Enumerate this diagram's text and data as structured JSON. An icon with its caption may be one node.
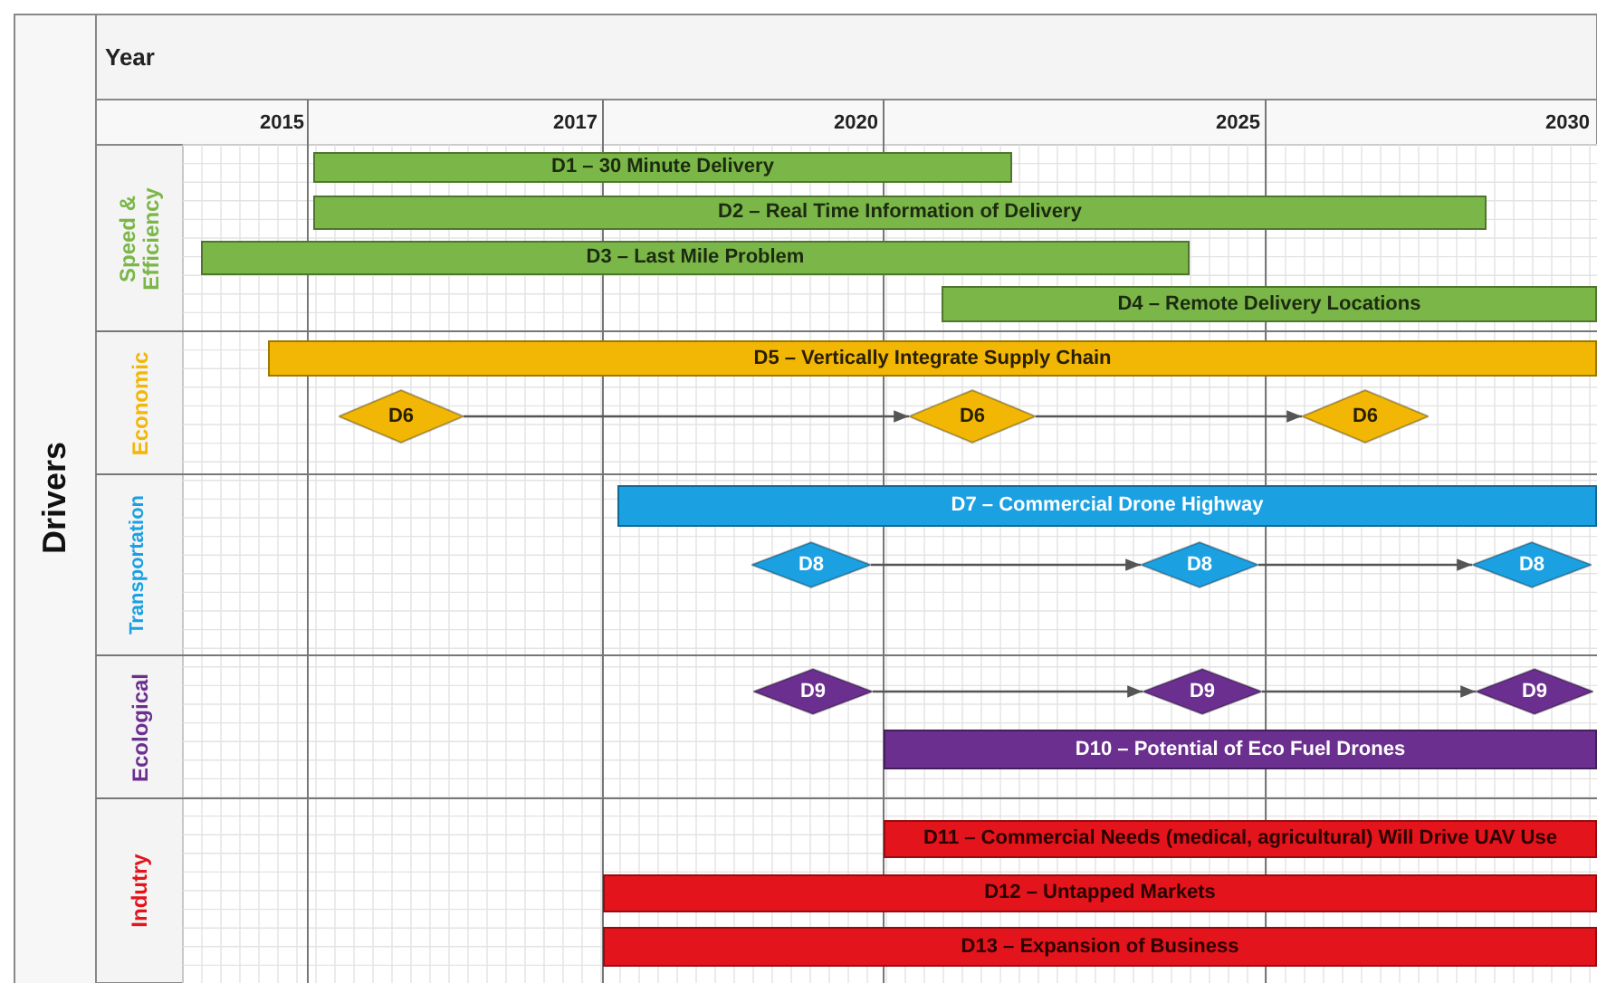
{
  "diagram": {
    "nodes": [
      {
        "text": [
          "D1 – 30 Minute Delivery"
        ]
      },
      {
        "text": [
          "D2 – Real Time Information of Delivery"
        ]
      },
      {
        "text": [
          "D3 – Last Mile Problem"
        ]
      },
      {
        "text": [
          "D4 – Remote Delivery Locations"
        ]
      },
      {
        "text": [
          "D5 – Vertically Integrate Supply Chain"
        ]
      },
      {
        "text": [
          "D6"
        ]
      },
      {
        "text": [
          "D6"
        ]
      },
      {
        "text": [
          "D6"
        ]
      },
      {
        "text": [
          "D7 – Commercial Drone Highway"
        ]
      },
      {
        "text": [
          "D8"
        ]
      },
      {
        "text": [
          "D8"
        ]
      },
      {
        "text": [
          "D8"
        ]
      },
      {
        "text": [
          "D9"
        ]
      },
      {
        "text": [
          "D9"
        ]
      },
      {
        "text": [
          "D9"
        ]
      },
      {
        "text": [
          "D10 – Potential of Eco Fuel Drones"
        ]
      },
      {
        "text": [
          "D11 – Commercial Needs (medical, agricultural) Will Drive UAV Use"
        ]
      },
      {
        "text": [
          "D12 – Untapped Markets"
        ]
      },
      {
        "text": [
          "D13 – Expansion of Business"
        ]
      }
    ],
    "edges": [
      {
        "from": 5,
        "to": 6,
        "arrow": "to"
      },
      {
        "from": 6,
        "to": 7,
        "arrow": "to"
      },
      {
        "from": 9,
        "to": 10,
        "arrow": "to"
      },
      {
        "from": 10,
        "to": 11,
        "arrow": "to"
      },
      {
        "from": 12,
        "to": 13,
        "arrow": "to"
      },
      {
        "from": 13,
        "to": 14,
        "arrow": "to"
      }
    ],
    "labels": [
      "Year",
      "2015",
      "2017",
      "2020",
      "2025",
      "2030",
      "Drivers",
      "Speed & Efficiency",
      "Economic",
      "Transportation",
      "Ecological",
      "Indutry"
    ]
  }
}
